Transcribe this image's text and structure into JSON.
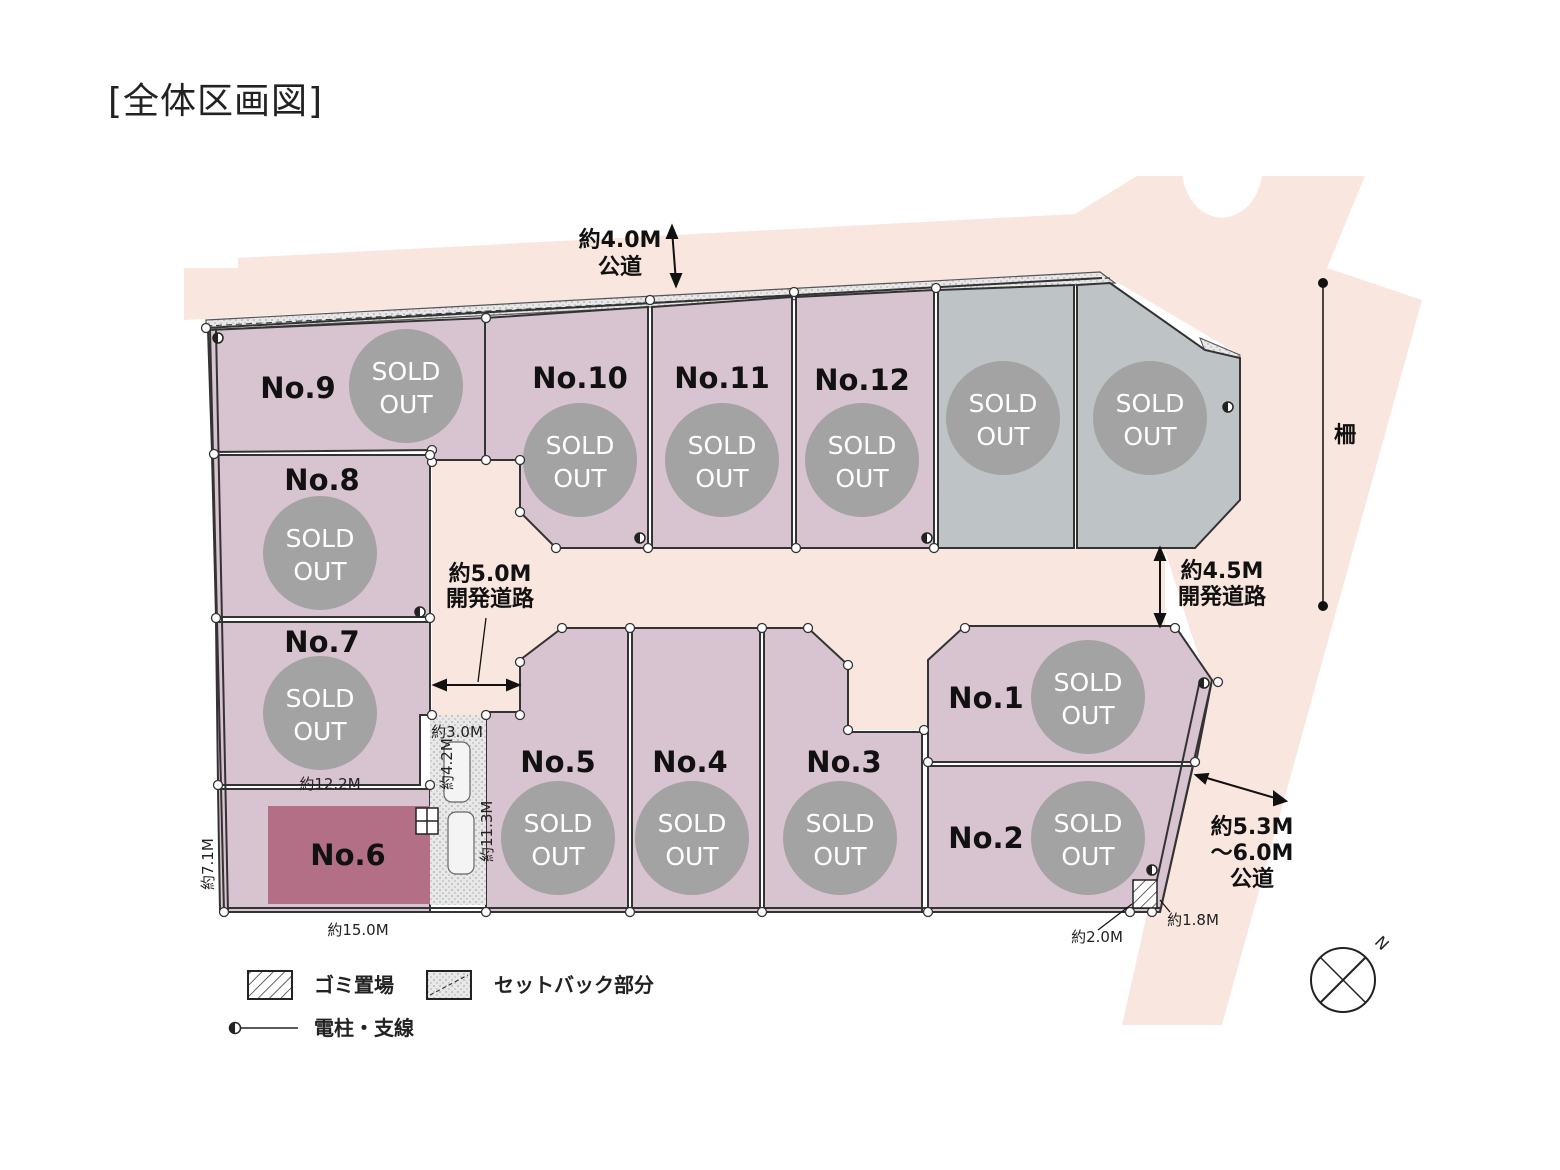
{
  "title": "[全体区画図]",
  "colors": {
    "road": "#f9e6de",
    "lot": "#d8c3d0",
    "lot_gray": "#bec3c6",
    "highlight": "#b36f86",
    "sold_circle": "#a3a3a3",
    "setback": "#c8c8c8",
    "outline": "#333333"
  },
  "lots": [
    {
      "no": "No.9",
      "sold": true
    },
    {
      "no": "No.10",
      "sold": true
    },
    {
      "no": "No.11",
      "sold": true
    },
    {
      "no": "No.12",
      "sold": true
    },
    {
      "no": "",
      "sold": true
    },
    {
      "no": "",
      "sold": true
    },
    {
      "no": "No.8",
      "sold": true
    },
    {
      "no": "No.7",
      "sold": true
    },
    {
      "no": "No.6",
      "sold": false
    },
    {
      "no": "No.5",
      "sold": true
    },
    {
      "no": "No.4",
      "sold": true
    },
    {
      "no": "No.3",
      "sold": true
    },
    {
      "no": "No.1",
      "sold": true
    },
    {
      "no": "No.2",
      "sold": true
    }
  ],
  "sold_line1": "SOLD",
  "sold_line2": "OUT",
  "roads": {
    "north_width": "約4.0M",
    "north_type": "公道",
    "dev_width_1": "約5.0M",
    "dev_width_2": "約4.5M",
    "dev_type": "開発道路",
    "east_width_1": "約5.3M",
    "east_width_2": "～6.0M",
    "east_type": "公道",
    "fence": "柵"
  },
  "dims": {
    "d_3_0": "約3.0M",
    "d_4_2": "約4.2M",
    "d_11_3": "約11.3M",
    "d_12_2": "約12.2M",
    "d_7_1": "約7.1M",
    "d_15_0": "約15.0M",
    "d_2_0": "約2.0M",
    "d_1_8": "約1.8M"
  },
  "compass": "N",
  "legend": {
    "garbage": "ゴミ置場",
    "setback": "セットバック部分",
    "pole": "電柱・支線"
  }
}
